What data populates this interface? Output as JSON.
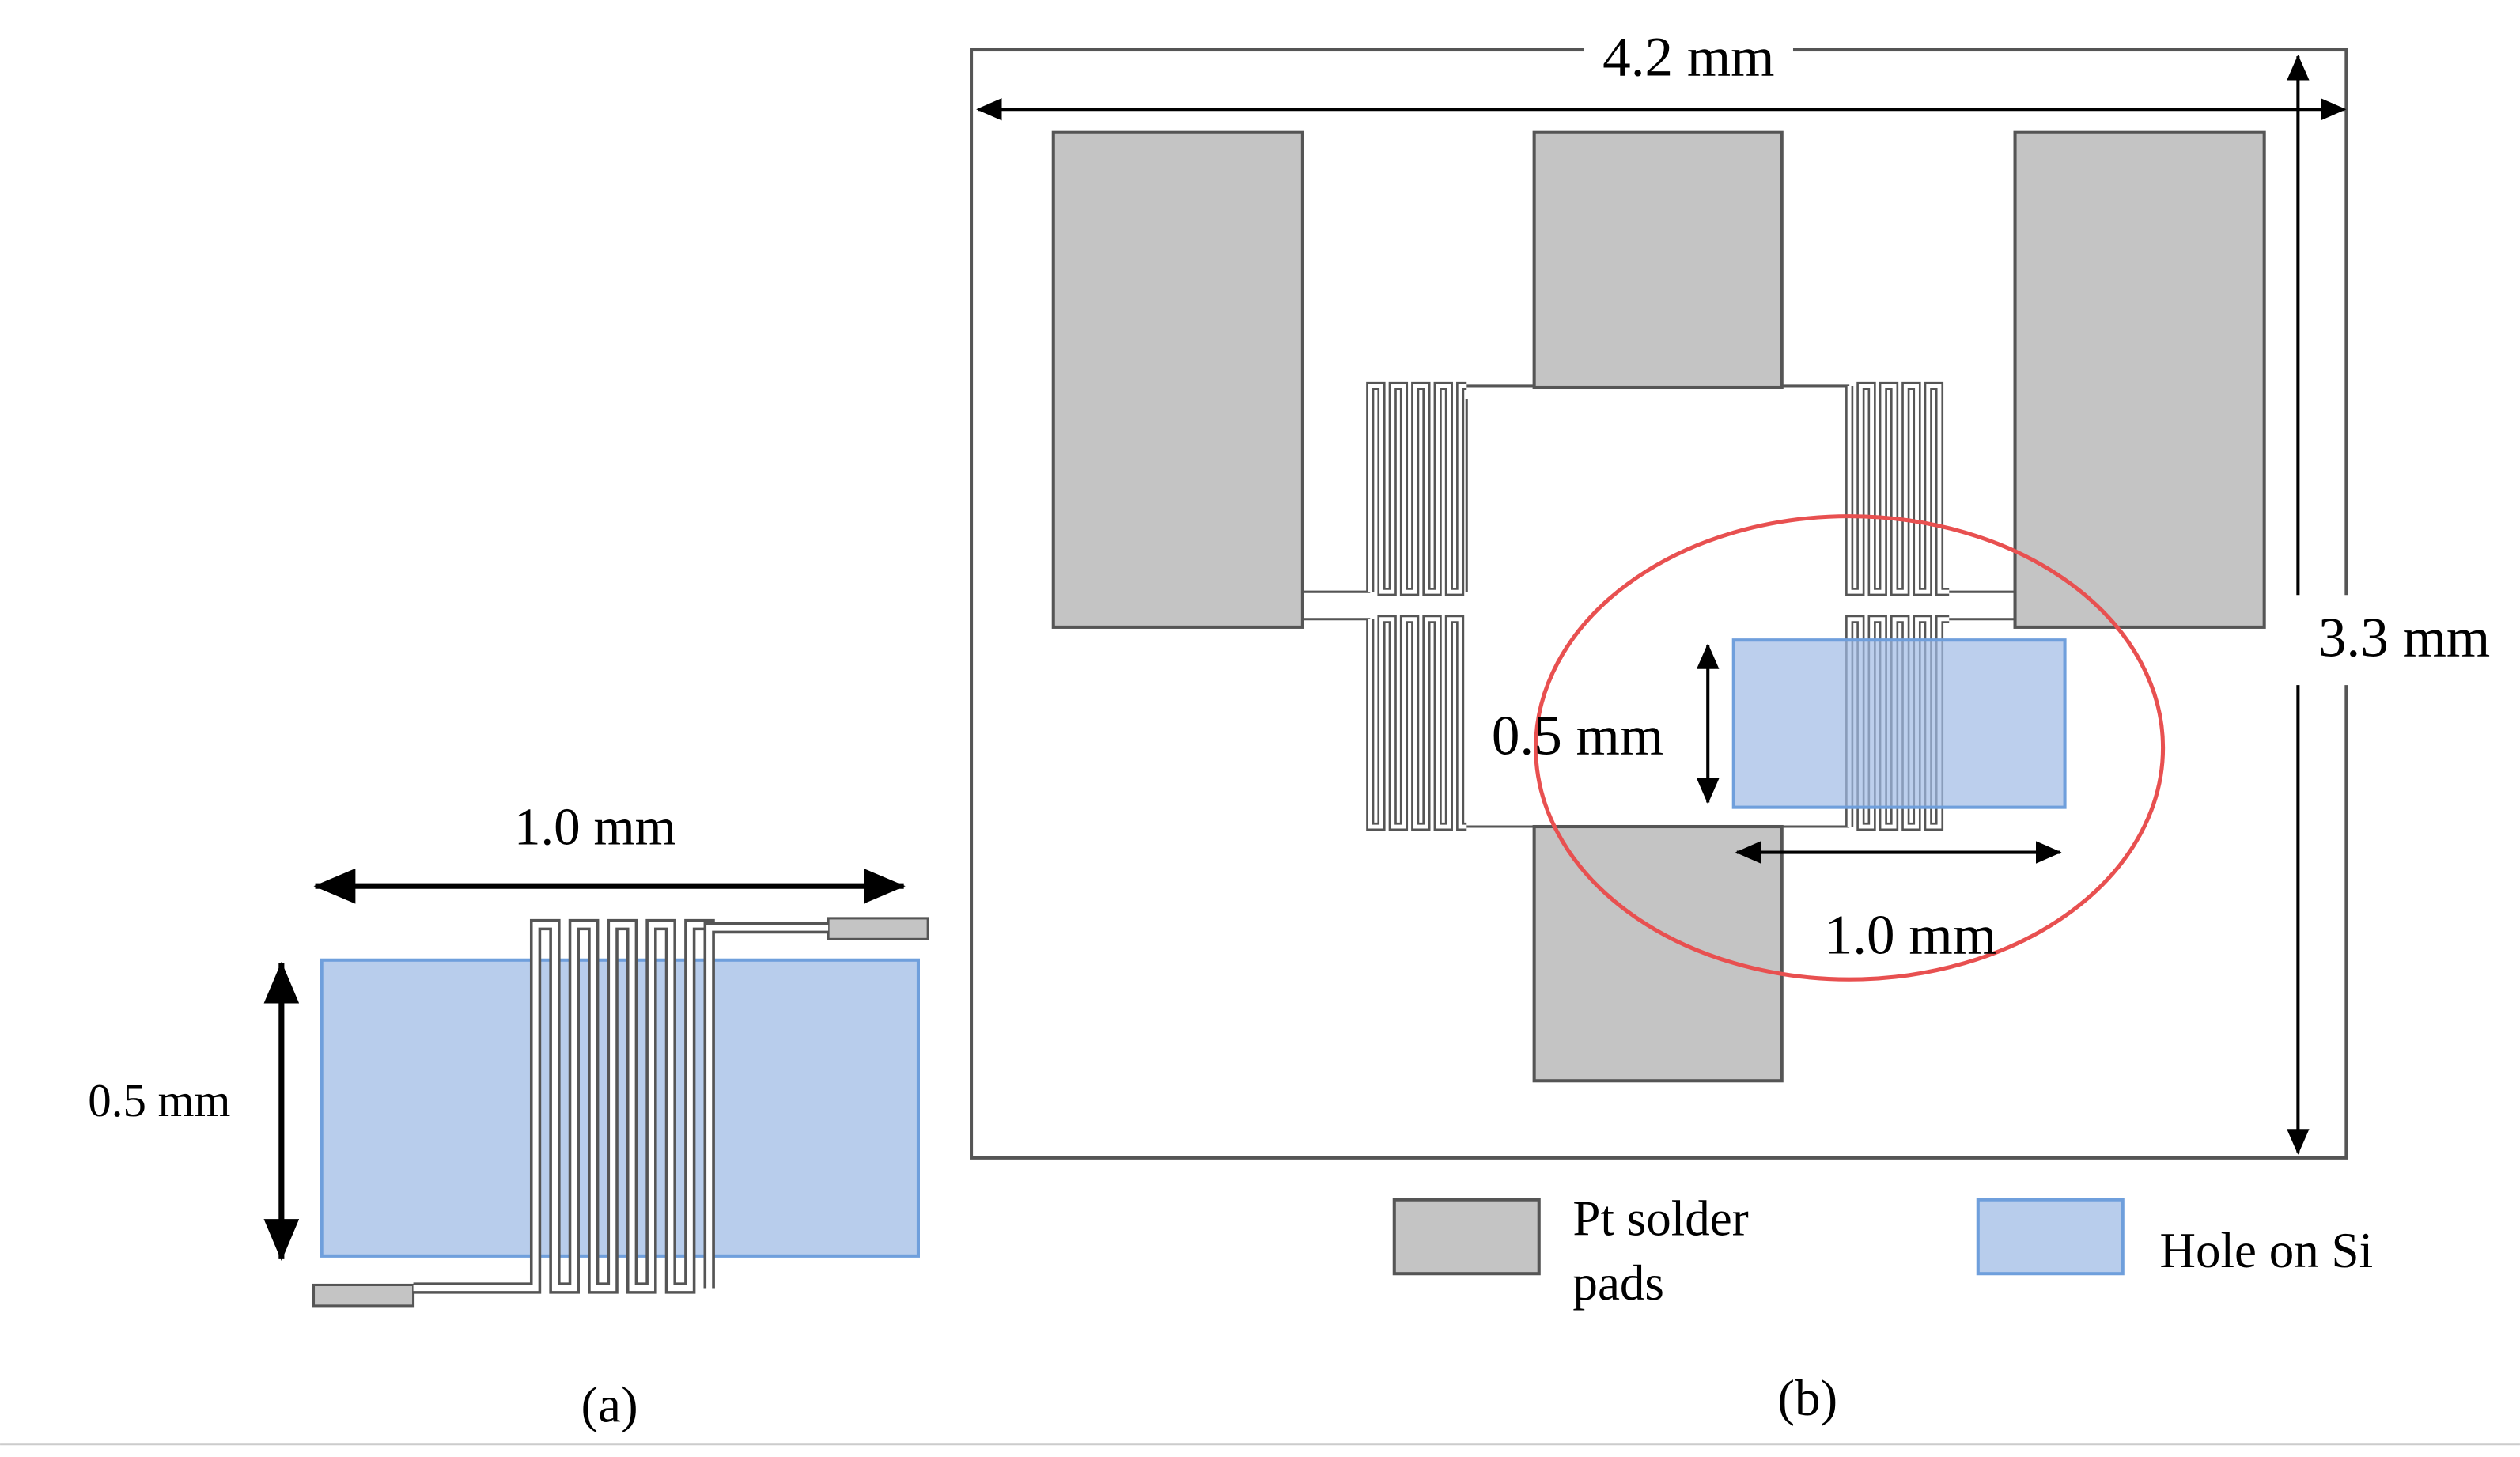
{
  "panel_a": {
    "width_label": "1.0 mm",
    "height_label": "0.5 mm",
    "caption": "(a)"
  },
  "panel_b": {
    "chip_width_label": "4.2 mm",
    "chip_height_label": "3.3 mm",
    "hole_height_label": "0.5 mm",
    "hole_width_label": "1.0 mm",
    "caption": "(b)"
  },
  "legend": {
    "pads_line1": "Pt solder",
    "pads_line2": "pads",
    "hole": "Hole on Si"
  },
  "colors": {
    "pad_fill": "#c4c4c4",
    "pad_stroke": "#555555",
    "hole_fill": "#b8cdec",
    "hole_stroke": "#6f9fdc",
    "highlight_ring": "#e85050",
    "line": "#000000"
  }
}
